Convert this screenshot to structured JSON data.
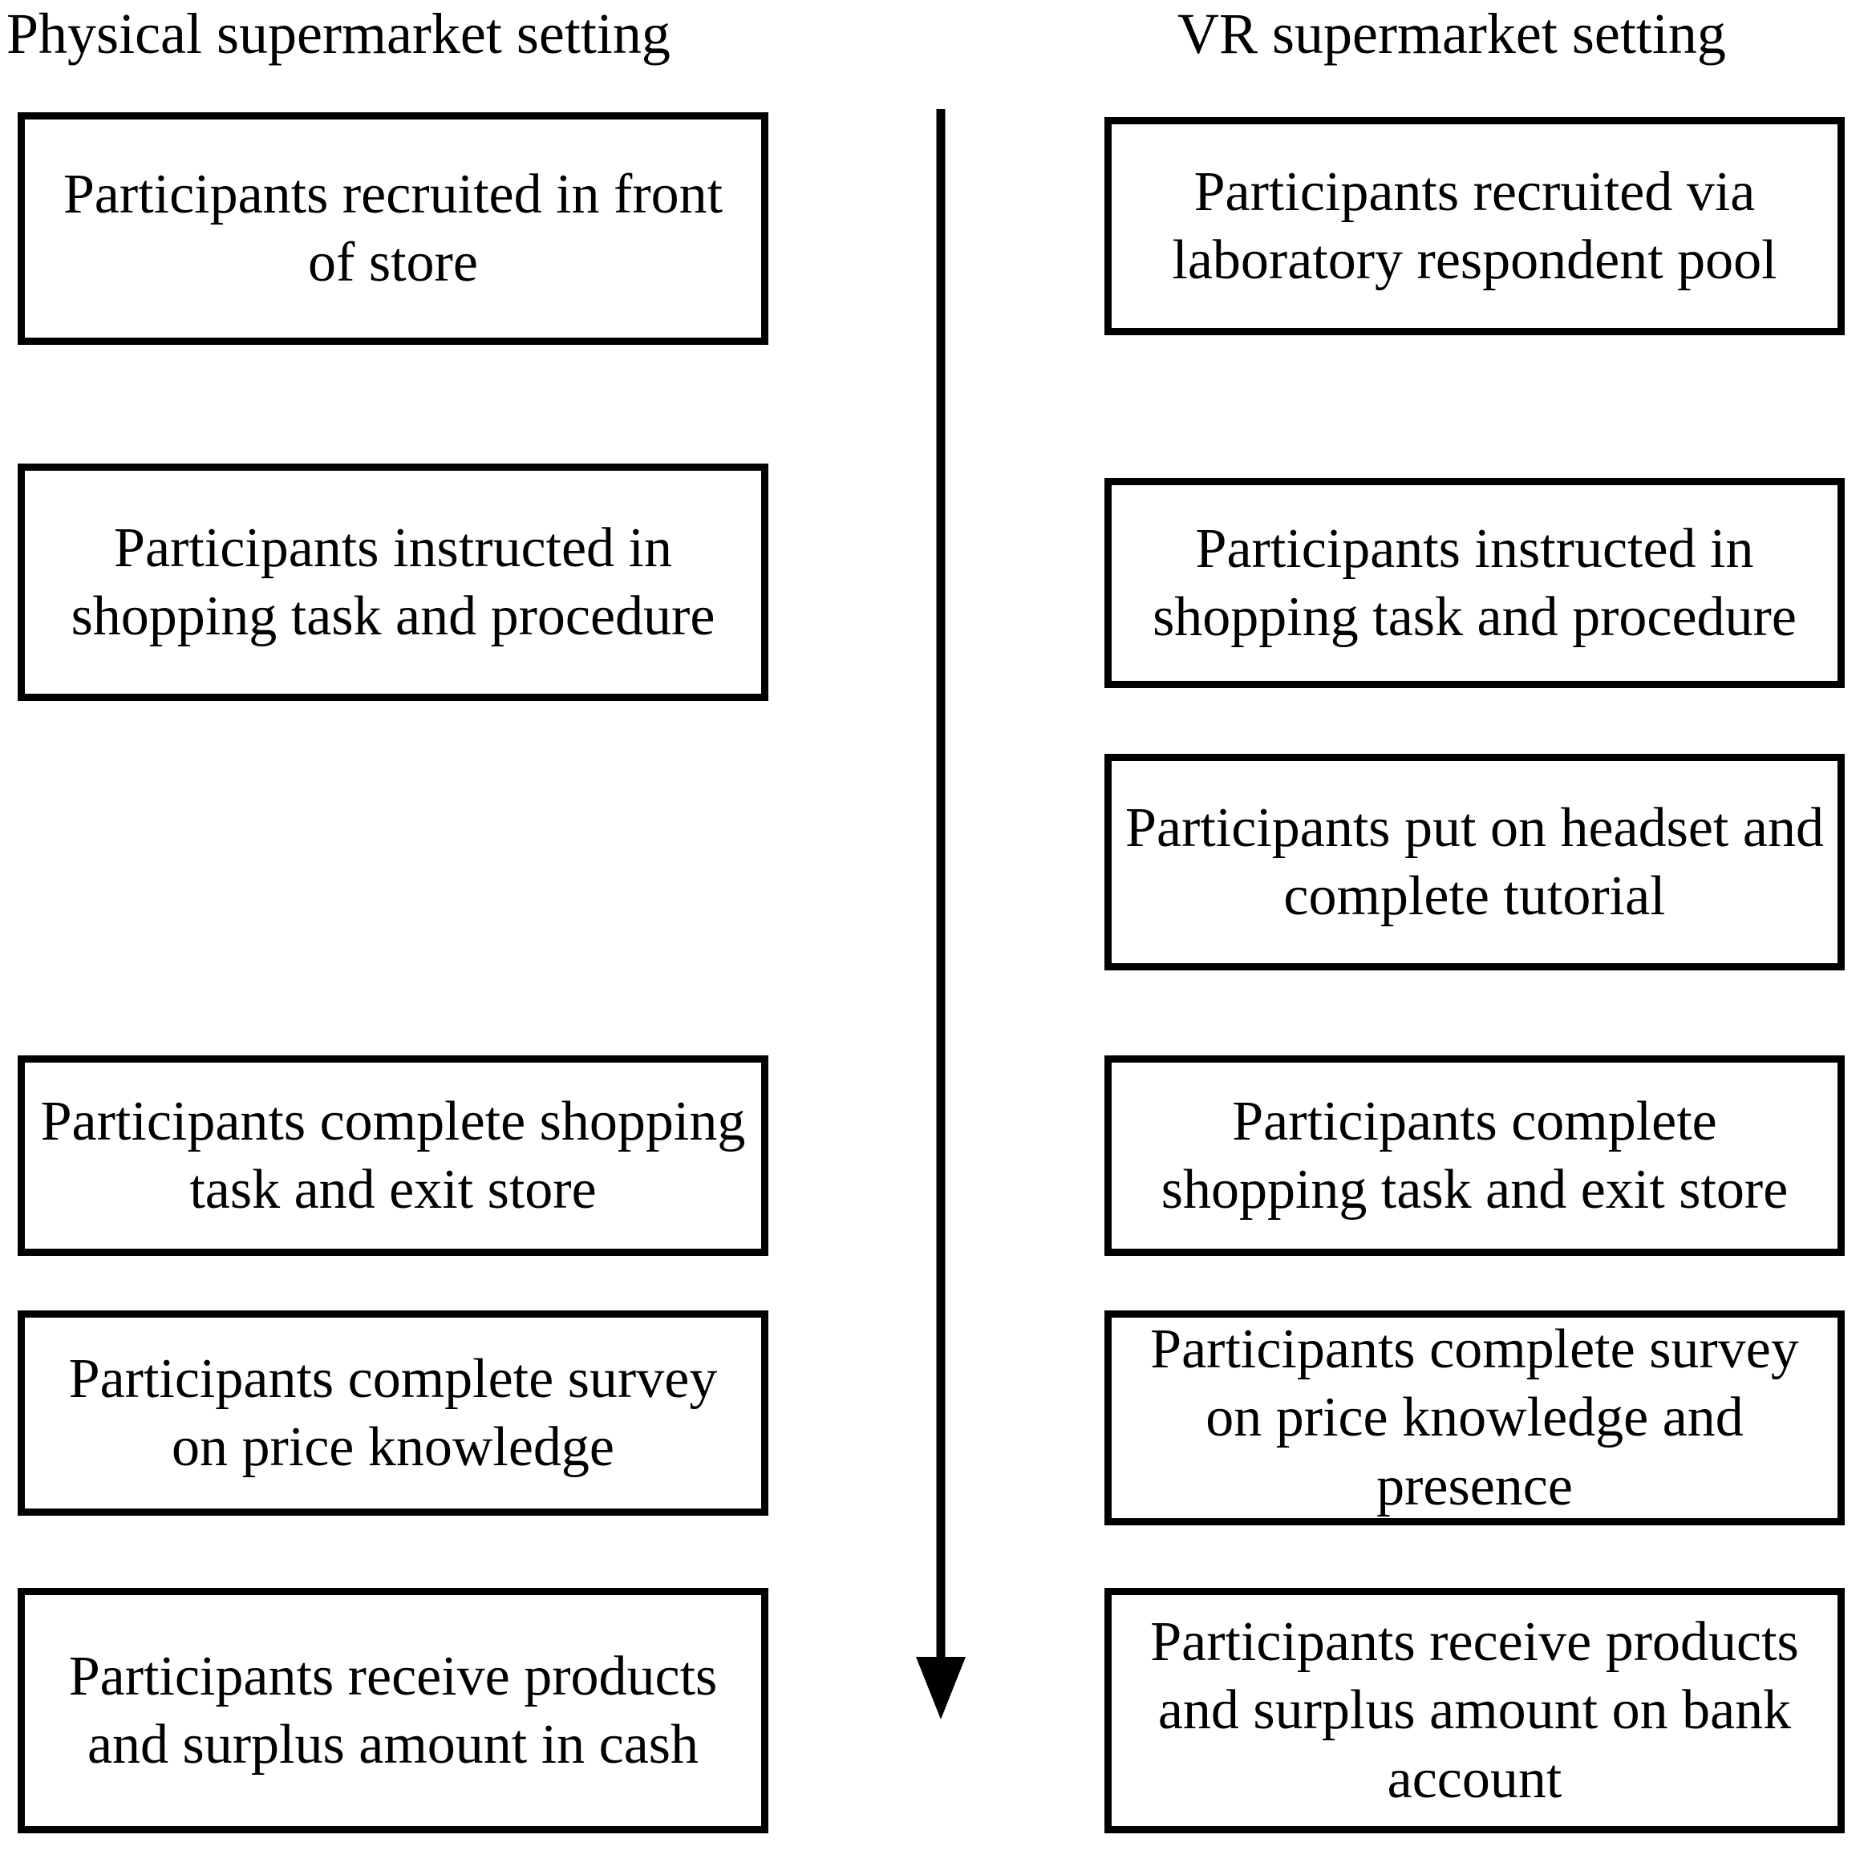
{
  "figure": {
    "type": "two-column-flowchart",
    "orientation": "vertical",
    "columns": [
      {
        "id": "physical",
        "header": "Physical supermarket setting",
        "steps": [
          "Participants recruited in front of store",
          "Participants instructed in shopping task and procedure",
          "Participants complete shopping task and exit store",
          "Participants complete survey on price knowledge",
          "Participants receive products and surplus amount in cash"
        ]
      },
      {
        "id": "vr",
        "header": "VR supermarket setting",
        "steps": [
          "Participants recruited via laboratory respondent pool",
          "Participants instructed in shopping task and procedure",
          "Participants put on headset and complete tutorial",
          "Participants complete shopping task and exit store",
          "Participants complete survey on price knowledge and presence",
          "Participants receive products and surplus amount on bank account"
        ]
      }
    ],
    "connector": {
      "name": "downward-time-arrow",
      "direction": "down",
      "color": "#000000"
    },
    "colors": {
      "stroke": "#000000",
      "fill": "#ffffff",
      "text": "#000000"
    }
  }
}
